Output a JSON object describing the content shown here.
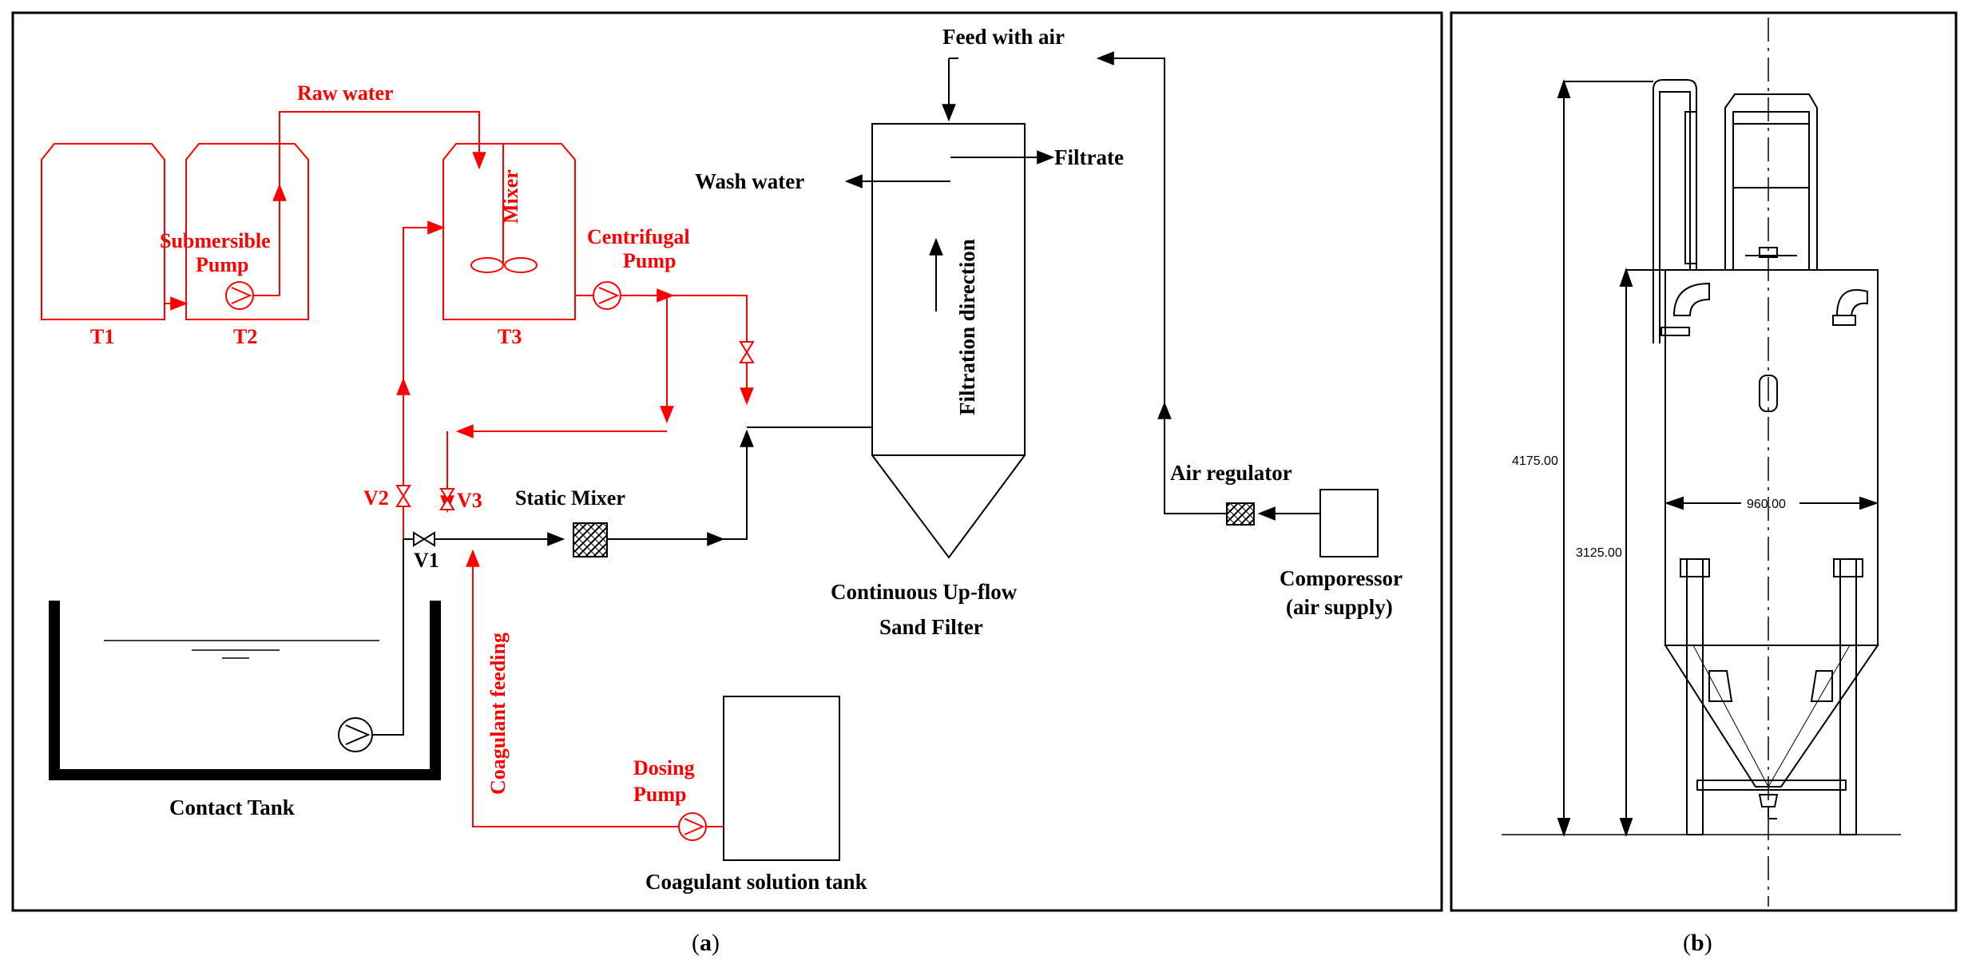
{
  "colors": {
    "process": "#ff0000",
    "line": "#000000",
    "frame": "#000000",
    "background": "#ffffff"
  },
  "panel_a": {
    "caption_open": "(",
    "caption_letter": "a",
    "caption_close": ")",
    "labels": {
      "raw_water": "Raw water",
      "submersible_pump_1": "Submersible",
      "submersible_pump_2": "Pump",
      "t1": "T1",
      "t2": "T2",
      "t3": "T3",
      "mixer": "Mixer",
      "centrifugal_pump_1": "Centrifugal",
      "centrifugal_pump_2": "Pump",
      "v1": "V1",
      "v2": "V2",
      "v3": "V3",
      "static_mixer": "Static Mixer",
      "coagulant_feeding": "Coagulant feeding",
      "dosing_pump_1": "Dosing",
      "dosing_pump_2": "Pump",
      "coagulant_tank": "Coagulant solution tank",
      "contact_tank": "Contact Tank",
      "feed_with_air": "Feed with air",
      "wash_water": "Wash water",
      "filtrate": "Filtrate",
      "filtration_direction": "Filtration direction",
      "sand_filter_1": "Continuous Up-flow",
      "sand_filter_2": "Sand Filter",
      "air_regulator": "Air regulator",
      "compressor_1": "Comporessor",
      "compressor_2": "(air supply)"
    },
    "icons": {
      "pump": "pump-icon",
      "valve": "gate-valve-icon",
      "static_mixer": "static-mixer-icon",
      "air_regulator": "air-regulator-icon",
      "impeller": "mixer-impeller-icon"
    }
  },
  "panel_b": {
    "caption_open": "(",
    "caption_letter": "b",
    "caption_close": ")",
    "dim_total_height": "4175.00",
    "dim_body_height": "3125.00",
    "dim_width": "960.00"
  }
}
